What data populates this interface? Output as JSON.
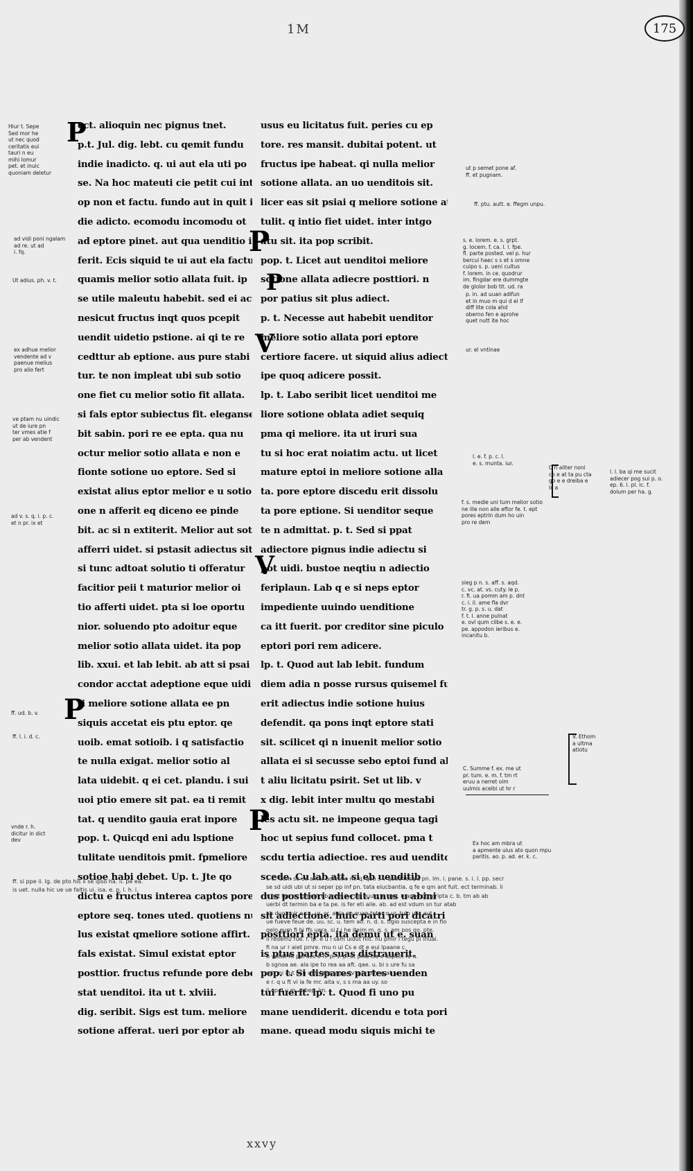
{
  "folio": {
    "number": "175",
    "top_mark": "1M",
    "bottom_mark": "xxvy"
  },
  "main_text": {
    "left_column": [
      "ect. alioquin nec pignus tnet.",
      "p.t. Jul. dig. lebt. cu qemit fundu",
      "indie inadicto. q. ui aut ela uti po",
      "se. Na hoc mateuti cie petit cui inte",
      "op non et factu. fundo aut in quit i",
      "die adicto. ecomodu incomodu ot",
      "ad eptore pinet. aut qua uenditio in",
      "ferit. Ecis siquid te ui aut ela factu e",
      "quamis melior sotio allata fuit. ip",
      "se utile maleutu habebit. sed ei actio",
      "nesicut fructus inqt quos pcepit",
      "uendit uidetio pstione. ai qi te re",
      "cedttur ab eptione. aus pure stabi",
      "tur. te non impleat ubi sub sotio",
      "one fiet cu melior sotio fit allata.",
      "si fals eptor subiectus fit. eleganse",
      "bit sabin. pori re ee epta. qua nu",
      "octur melior sotio allata e non e",
      "fionte sotione uo eptore. Sed si",
      "existat alius eptor melior e u sotio",
      "one n afferit eq diceno ee pinde",
      "bit. ac si n extiterit. Melior aut sotio",
      "afferri uidet. si pstasit adiectus sit",
      "si tunc adtoat solutio ti offeratur",
      "facitior peii t maturior melior oi",
      "tio afferti uidet. pta si loe oportu",
      "nior. soluendo pto adoitur eque",
      "melior sotio allata uidet. ita pop",
      "lib. xxui. et lab lebit. ab att si psai",
      "condor acctat adeptione eque uidi",
      "ti meliore sotione allata ee pn",
      "siquis accetat eis ptu eptor. qe",
      "uoib. emat sotioib. i q satisfactio",
      "te nulla exigat. melior sotio al",
      "lata uidebit. q ei cet. plandu. i sui",
      "uoi ptio emere sit pat. ea ti remit",
      "tat. q uendito gauia erat inpore",
      "pop. t. Quicqd eni adu lsptione",
      "tulitate uenditois pmit. fpmeliore",
      "sotioe habi debet. Up. t. Jte qo",
      "dictu e fructus interea captos pore",
      "eptore seq. tones uted. quotiens nul",
      "lus existat qmeliore sotione affirt.",
      "fals existat. Simul existat eptor",
      "posttior. fructus refunde pore debe",
      "stat uenditoi. ita ut t. xlviii.",
      "dig. seribit. Sigs est tum. meliore",
      "sotione afferat. ueri por eptor ab"
    ],
    "right_column": [
      "usus eu licitatus fuit. peries cu ep",
      "tore. res mansit. dubitai potent. ut",
      "fructus ipe habeat. qi nulla melior",
      "sotione allata. an uo uenditois sit.",
      "licer eas sit psiai q meliore sotione at",
      "tulit. q intio fiet uidet. inter intgo",
      "atu sit. ita pop scribit.",
      "pop. t. Licet aut uenditoi meliore",
      "sotione allata adiecre posttiori. n",
      "por patius sit plus adiect.",
      "p. t. Necesse aut habebit uenditor",
      "meliore sotio allata pori eptore",
      "certiore facere. ut siquid alius adiect.",
      "ipe quoq adicere possit.",
      "lp. t. Labo seribit licet uenditoi me",
      "liore sotione oblata adiet sequiq",
      "pma qi meliore. ita ut iruri sua",
      "tu si hoc erat noiatim actu. ut licet",
      "mature eptoi in meliore sotione alla",
      "ta. pore eptore discedu erit dissolu",
      "ta pore eptione. Si uenditor seque",
      "te n admittat. p. t. Sed si ppat",
      "adiectore pignus indie adiectu si",
      "pot uidi. bustoe neqtiu n adiectio",
      "feriplaun. Lab q e si neps eptor",
      "impediente uuindo uenditione",
      "ca itt fuerit. por creditor sine piculo",
      "eptori pori rem adicere.",
      "lp. t. Quod aut lab lebit. fundum",
      "diem adia n posse rursus quisemel fu",
      "erit adiectus indie sotione huius",
      "defendit. qa pons inqt eptore stati",
      "sit. scilicet qi n inuenit melior sotio",
      "allata ei si secusse sebo eptoi fund abiu",
      "t aliu licitatu psirit. Set ut lib. v",
      "x dig. lebit inter multu qo mestabi",
      "les actu sit. ne impeone gequa tagi",
      "hoc ut sepius fund collocet. pma t",
      "scdu tertia adiectioe. res aud uenditore di",
      "scede. Cu lab att. si eb uenditib",
      "dus posttiori adiectit. unus u abini",
      "sit adiectione. huic parti pori dicatri",
      "posttiori epta. ita demu ut e. suan",
      "is ptus partes suas distrauerit.",
      "pop. t. Si dispares partes uenden",
      "tui fuerit. lp. t. Quod fi uno pu",
      "mane uendiderit. dicendu e tota pori epta",
      "mane. quead modu siquis michi te"
    ]
  },
  "rubrics": {
    "left": [
      "P",
      "P",
      "P"
    ],
    "right": [
      "P",
      "P",
      "V",
      "V",
      "P"
    ]
  },
  "left_margin_glosses": [
    [
      "Hiur t. Sepe",
      "Sed mor he",
      "ut nec quod",
      "ceritatis eui",
      "tauri n eu",
      "mihi lomur",
      "pet. et inuic",
      "quoniam deletur"
    ],
    [
      "ad vidi poni ngalam",
      "ad re. ut ad",
      "i. fq."
    ],
    [
      "Ut adius. ph. v. t."
    ],
    [
      "ex adhue melior",
      "vendente ad v",
      "paenue melius",
      "pro alio fert"
    ],
    [
      "ve ptam nu uindic",
      "ut de iure pn",
      "ter vmes atie f",
      "per ab vendent"
    ],
    [
      "ad v. s. q. i. p. c.",
      "et n pr. ix et"
    ],
    [
      "ff. ud. b. v."
    ],
    [
      "ff. l. i. d. c."
    ],
    [
      "vnde r. h.",
      "dicitur in dict",
      "dev"
    ]
  ],
  "right_margin_glosses": [
    [
      "ut p semet pone af.",
      "ff. et pugnam."
    ],
    [
      "ff. ptu. autt. e. ffegm unpu."
    ],
    [
      "s. e. lorem. e. s. grpt.",
      "g. locem. f. ca. l. l. fpe.",
      "fl. parte posted. vel p. hur",
      "bercui haec s s et s omne",
      "cuipo s. p. ueni cultus",
      "f. lorem. in ce. quodrur",
      "im. fingdar ere dummgte",
      "de glolor bob tit. ud. ra"
    ],
    [
      "p. in. ad uuan adifun",
      "et in muo m qui d ei lf",
      "diff lite cola ahd",
      "oberno fen e aprohe",
      "quet nutt ite hoc"
    ],
    [
      "ur. el vntinae"
    ],
    [
      "l. e. f. p. c. l.",
      "e. s. munta. iur."
    ],
    [
      "C n aliter noni",
      "co e at ta pu cta",
      "go e e dreiba e",
      "lc a"
    ],
    [
      "l. l. ba qi me sucit",
      "adiecer pog sui p. o.",
      "ep. 6. l. pl. ic. f.",
      "dolum per ha. g."
    ],
    [
      "f. s. medie uni tum melior sotio",
      "ne ille non alle eftor fe. t. ept",
      "pores eptrin dum ho uin",
      "pro re dem"
    ],
    [
      "sieg p n. s. aff. s. aqd.",
      "c. vc. at. vs. cuty. le p.",
      "r. fi. ua pomm am p. dnt",
      "c. i. il. ame fla dvr",
      "tr. g. p. s. u. dat",
      "f. t. l. anne pulnat",
      "e. ovl qum clibe s. e. e.",
      "pe. appodon ieribus e.",
      "incanitu b."
    ],
    [
      "V. Ethom",
      "a ultma",
      "atiotu"
    ],
    [
      "C. Summe f. ex. me ut",
      "pr. tum. e. m. f. tm rt",
      "eruu a nerret oim",
      "uulmis aceibi ut hr r"
    ],
    [
      "Ex hoc am mbra ut",
      "a apmente uius ato quon mpu",
      "paritis. ao. p. ad. er. k. c."
    ]
  ],
  "bottom_notes": {
    "left": [
      "ff. si ppe ii. lg. de pto his ii se ipso ha. ii. pe ea.",
      "is uet. nulla hic ue ue faltis ui. isa. e. p. l. h.  i."
    ],
    "right": [
      "f. C. Cum se ee aliter adiectio m. q. quo s v quod fecipa pn. lm. i. pane. s. i. l. pp. secr",
      "se sd uidi ubi ut si seper pp inf pn. tata elucbantia. q fe e qm ant fuit. ect terminab. li",
      "s fuit fer. er. pmetit ab miss ine ae puuic. e pan. e apud ut scripta c. b. tm ab  ab",
      "uerbi dt termin ba e ta pe. is fer eti aile. ab. ad est vdum sn tur atab",
      "ab duo nuir e ca. ur. or. agia en quae tnter q ur. tulo uiis aut",
      "ue fueve feue de. uu. sc. u. tem ao. n. d. s. tigio suscepta e in fio",
      "gelo eum fi bi ffs uera. si t i he iteim m. q. s. am pos qo. pte.",
      "li redemz fue. f. lp. e u i sam uidut hiit. nu pmir i tegu pi inuai.",
      "fi na ur r aiet pmre. mu n ui Cs e dt e eui lpaane c.",
      "b vacat fit pui acs e n. p. v. p. ot pilla isa e aspect fe u.",
      "b sgnoa ae. ala  ipe to rea aa aft. qae. u. bi s ure fu sa",
      "ad. mi aut usu ui ii faliq. agg. tv a fe  u fo g ai. vn  p",
      "e  r. q u ft vi ia fe mr. aita v, s s  ma  aa  uy. so",
      "li op d u m. d bep. lm."
    ]
  }
}
